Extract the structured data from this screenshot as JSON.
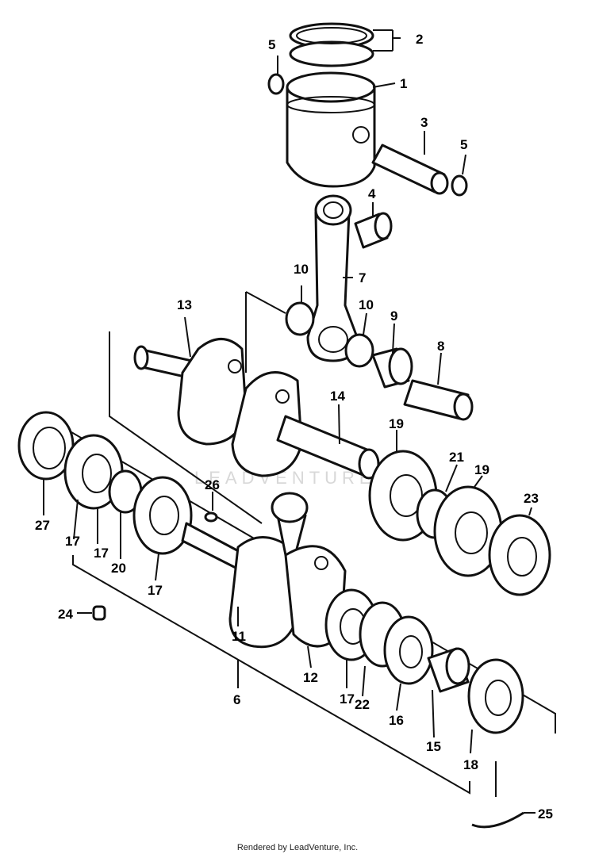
{
  "diagram": {
    "callouts": [
      "1",
      "2",
      "3",
      "4",
      "5",
      "5",
      "6",
      "7",
      "8",
      "9",
      "10",
      "10",
      "11",
      "12",
      "13",
      "14",
      "15",
      "16",
      "17",
      "17",
      "17",
      "17",
      "18",
      "19",
      "19",
      "20",
      "21",
      "22",
      "23",
      "24",
      "25",
      "26",
      "27"
    ],
    "watermark": "LEADVENTURE"
  },
  "footer": {
    "text": "Rendered by LeadVenture, Inc."
  }
}
